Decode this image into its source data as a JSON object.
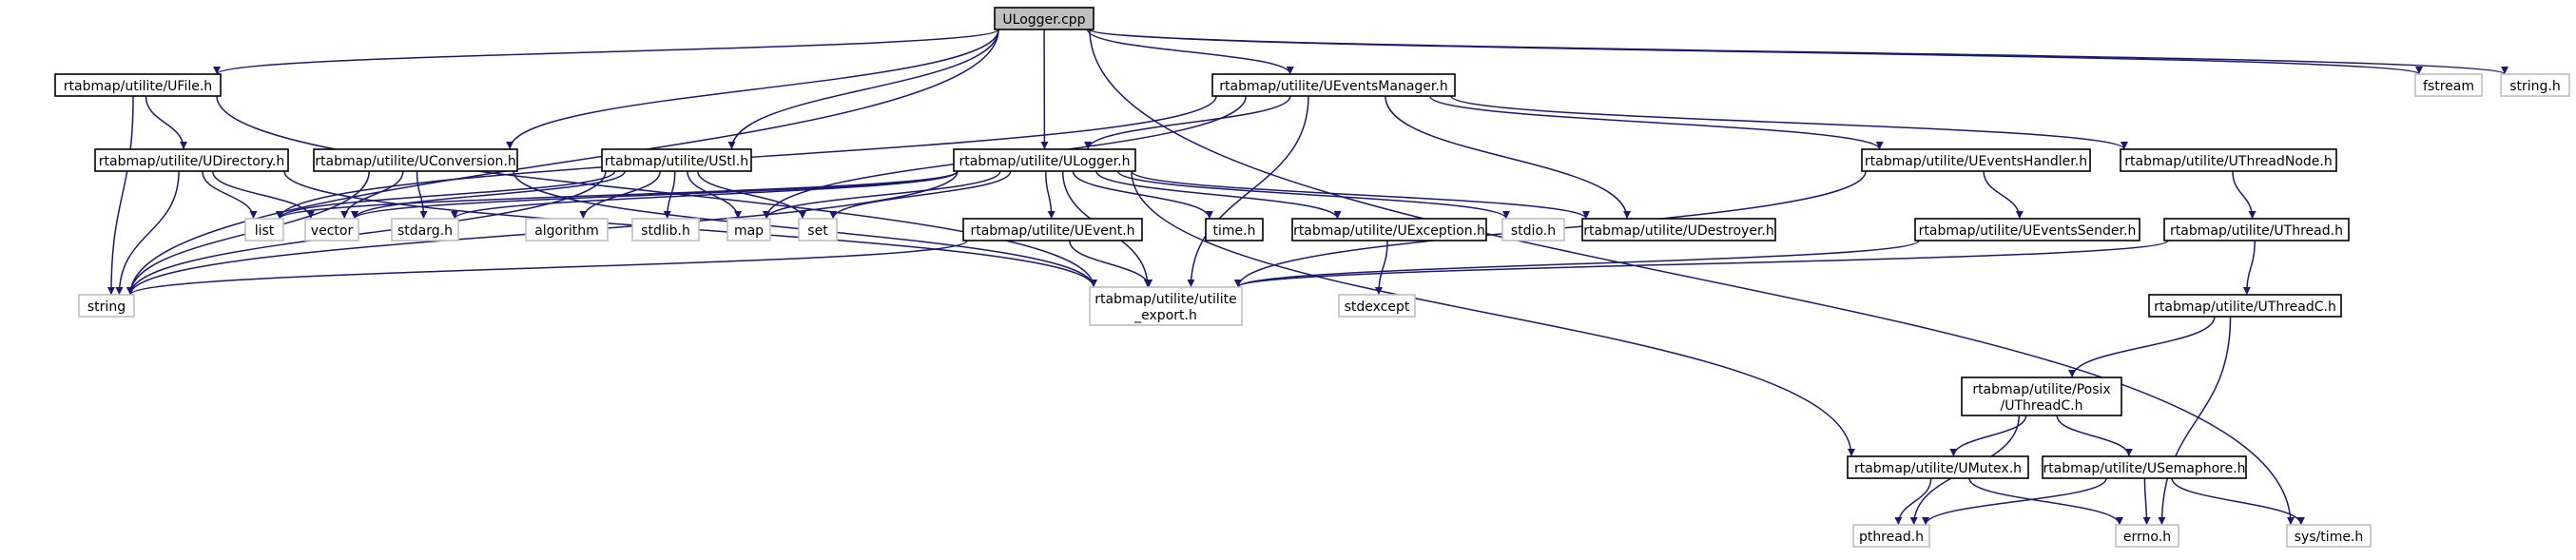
{
  "colors": {
    "edge": "#191970",
    "documented_border": "#000000",
    "external_border": "#bfbfbf",
    "highlight_fill": "#bfbfbf",
    "external_text": "#000000"
  },
  "nodes": [
    {
      "id": "ulogger_cpp",
      "lines": [
        "ULogger.cpp"
      ],
      "kind": "highlight"
    },
    {
      "id": "ufile",
      "lines": [
        "rtabmap/utilite/UFile.h"
      ],
      "kind": "doc"
    },
    {
      "id": "ueventsmanager",
      "lines": [
        "rtabmap/utilite/UEventsManager.h"
      ],
      "kind": "doc"
    },
    {
      "id": "fstream",
      "lines": [
        "fstream"
      ],
      "kind": "ext"
    },
    {
      "id": "string_h",
      "lines": [
        "string.h"
      ],
      "kind": "ext"
    },
    {
      "id": "udirectory",
      "lines": [
        "rtabmap/utilite/UDirectory.h"
      ],
      "kind": "doc"
    },
    {
      "id": "uconversion",
      "lines": [
        "rtabmap/utilite/UConversion.h"
      ],
      "kind": "doc"
    },
    {
      "id": "ustl",
      "lines": [
        "rtabmap/utilite/UStl.h"
      ],
      "kind": "doc"
    },
    {
      "id": "ulogger_h",
      "lines": [
        "rtabmap/utilite/ULogger.h"
      ],
      "kind": "doc"
    },
    {
      "id": "ueventshandler",
      "lines": [
        "rtabmap/utilite/UEventsHandler.h"
      ],
      "kind": "doc"
    },
    {
      "id": "uthreadnode",
      "lines": [
        "rtabmap/utilite/UThreadNode.h"
      ],
      "kind": "doc"
    },
    {
      "id": "list",
      "lines": [
        "list"
      ],
      "kind": "ext"
    },
    {
      "id": "vector",
      "lines": [
        "vector"
      ],
      "kind": "ext"
    },
    {
      "id": "stdarg",
      "lines": [
        "stdarg.h"
      ],
      "kind": "ext"
    },
    {
      "id": "algorithm",
      "lines": [
        "algorithm"
      ],
      "kind": "ext"
    },
    {
      "id": "stdlib",
      "lines": [
        "stdlib.h"
      ],
      "kind": "ext"
    },
    {
      "id": "map",
      "lines": [
        "map"
      ],
      "kind": "ext"
    },
    {
      "id": "set",
      "lines": [
        "set"
      ],
      "kind": "ext"
    },
    {
      "id": "uevent",
      "lines": [
        "rtabmap/utilite/UEvent.h"
      ],
      "kind": "doc"
    },
    {
      "id": "time_h",
      "lines": [
        "time.h"
      ],
      "kind": "doc"
    },
    {
      "id": "uexception",
      "lines": [
        "rtabmap/utilite/UException.h"
      ],
      "kind": "doc"
    },
    {
      "id": "stdio",
      "lines": [
        "stdio.h"
      ],
      "kind": "ext"
    },
    {
      "id": "udestroyer",
      "lines": [
        "rtabmap/utilite/UDestroyer.h"
      ],
      "kind": "doc"
    },
    {
      "id": "ueventssender",
      "lines": [
        "rtabmap/utilite/UEventsSender.h"
      ],
      "kind": "doc"
    },
    {
      "id": "uthread",
      "lines": [
        "rtabmap/utilite/UThread.h"
      ],
      "kind": "doc"
    },
    {
      "id": "string",
      "lines": [
        "string"
      ],
      "kind": "ext"
    },
    {
      "id": "utilite_export",
      "lines": [
        "rtabmap/utilite/utilite",
        "_export.h"
      ],
      "kind": "ext"
    },
    {
      "id": "stdexcept",
      "lines": [
        "stdexcept"
      ],
      "kind": "ext"
    },
    {
      "id": "uthreadc",
      "lines": [
        "rtabmap/utilite/UThreadC.h"
      ],
      "kind": "doc"
    },
    {
      "id": "posix_uthreadc",
      "lines": [
        "rtabmap/utilite/Posix",
        "/UThreadC.h"
      ],
      "kind": "doc"
    },
    {
      "id": "umutex",
      "lines": [
        "rtabmap/utilite/UMutex.h"
      ],
      "kind": "doc"
    },
    {
      "id": "usemaphore",
      "lines": [
        "rtabmap/utilite/USemaphore.h"
      ],
      "kind": "doc"
    },
    {
      "id": "pthread",
      "lines": [
        "pthread.h"
      ],
      "kind": "ext"
    },
    {
      "id": "errno",
      "lines": [
        "errno.h"
      ],
      "kind": "ext"
    },
    {
      "id": "sys_time",
      "lines": [
        "sys/time.h"
      ],
      "kind": "ext"
    }
  ],
  "edges": [
    [
      "ulogger_cpp",
      "ufile"
    ],
    [
      "ulogger_cpp",
      "ueventsmanager"
    ],
    [
      "ulogger_cpp",
      "fstream"
    ],
    [
      "ulogger_cpp",
      "string_h"
    ],
    [
      "ulogger_cpp",
      "uconversion"
    ],
    [
      "ulogger_cpp",
      "ustl"
    ],
    [
      "ulogger_cpp",
      "ulogger_h"
    ],
    [
      "ulogger_cpp",
      "string"
    ],
    [
      "ulogger_cpp",
      "sys_time"
    ],
    [
      "ufile",
      "udirectory"
    ],
    [
      "ufile",
      "string"
    ],
    [
      "ufile",
      "utilite_export"
    ],
    [
      "udirectory",
      "list"
    ],
    [
      "udirectory",
      "vector"
    ],
    [
      "udirectory",
      "string"
    ],
    [
      "udirectory",
      "utilite_export"
    ],
    [
      "uconversion",
      "vector"
    ],
    [
      "uconversion",
      "stdarg"
    ],
    [
      "uconversion",
      "string"
    ],
    [
      "uconversion",
      "utilite_export"
    ],
    [
      "ustl",
      "list"
    ],
    [
      "ustl",
      "vector"
    ],
    [
      "ustl",
      "algorithm"
    ],
    [
      "ustl",
      "stdlib"
    ],
    [
      "ustl",
      "map"
    ],
    [
      "ustl",
      "set"
    ],
    [
      "ustl",
      "string"
    ],
    [
      "ueventsmanager",
      "ulogger_h"
    ],
    [
      "ueventsmanager",
      "ueventshandler"
    ],
    [
      "ueventsmanager",
      "uthreadnode"
    ],
    [
      "ueventsmanager",
      "list"
    ],
    [
      "ueventsmanager",
      "map"
    ],
    [
      "ueventsmanager",
      "udestroyer"
    ],
    [
      "ueventsmanager",
      "utilite_export"
    ],
    [
      "ulogger_h",
      "list"
    ],
    [
      "ulogger_h",
      "vector"
    ],
    [
      "ulogger_h",
      "stdarg"
    ],
    [
      "ulogger_h",
      "map"
    ],
    [
      "ulogger_h",
      "set"
    ],
    [
      "ulogger_h",
      "uevent"
    ],
    [
      "ulogger_h",
      "time_h"
    ],
    [
      "ulogger_h",
      "uexception"
    ],
    [
      "ulogger_h",
      "stdio"
    ],
    [
      "ulogger_h",
      "udestroyer"
    ],
    [
      "ulogger_h",
      "string"
    ],
    [
      "ulogger_h",
      "utilite_export"
    ],
    [
      "ulogger_h",
      "umutex"
    ],
    [
      "uevent",
      "string"
    ],
    [
      "uevent",
      "utilite_export"
    ],
    [
      "uexception",
      "stdexcept"
    ],
    [
      "ueventshandler",
      "ueventssender"
    ],
    [
      "ueventshandler",
      "utilite_export"
    ],
    [
      "ueventssender",
      "utilite_export"
    ],
    [
      "uthreadnode",
      "uthread"
    ],
    [
      "uthread",
      "uthreadc"
    ],
    [
      "uthread",
      "utilite_export"
    ],
    [
      "uthreadc",
      "posix_uthreadc"
    ],
    [
      "uthreadc",
      "errno"
    ],
    [
      "posix_uthreadc",
      "umutex"
    ],
    [
      "posix_uthreadc",
      "usemaphore"
    ],
    [
      "posix_uthreadc",
      "pthread"
    ],
    [
      "umutex",
      "pthread"
    ],
    [
      "umutex",
      "errno"
    ],
    [
      "usemaphore",
      "pthread"
    ],
    [
      "usemaphore",
      "errno"
    ],
    [
      "usemaphore",
      "sys_time"
    ]
  ]
}
